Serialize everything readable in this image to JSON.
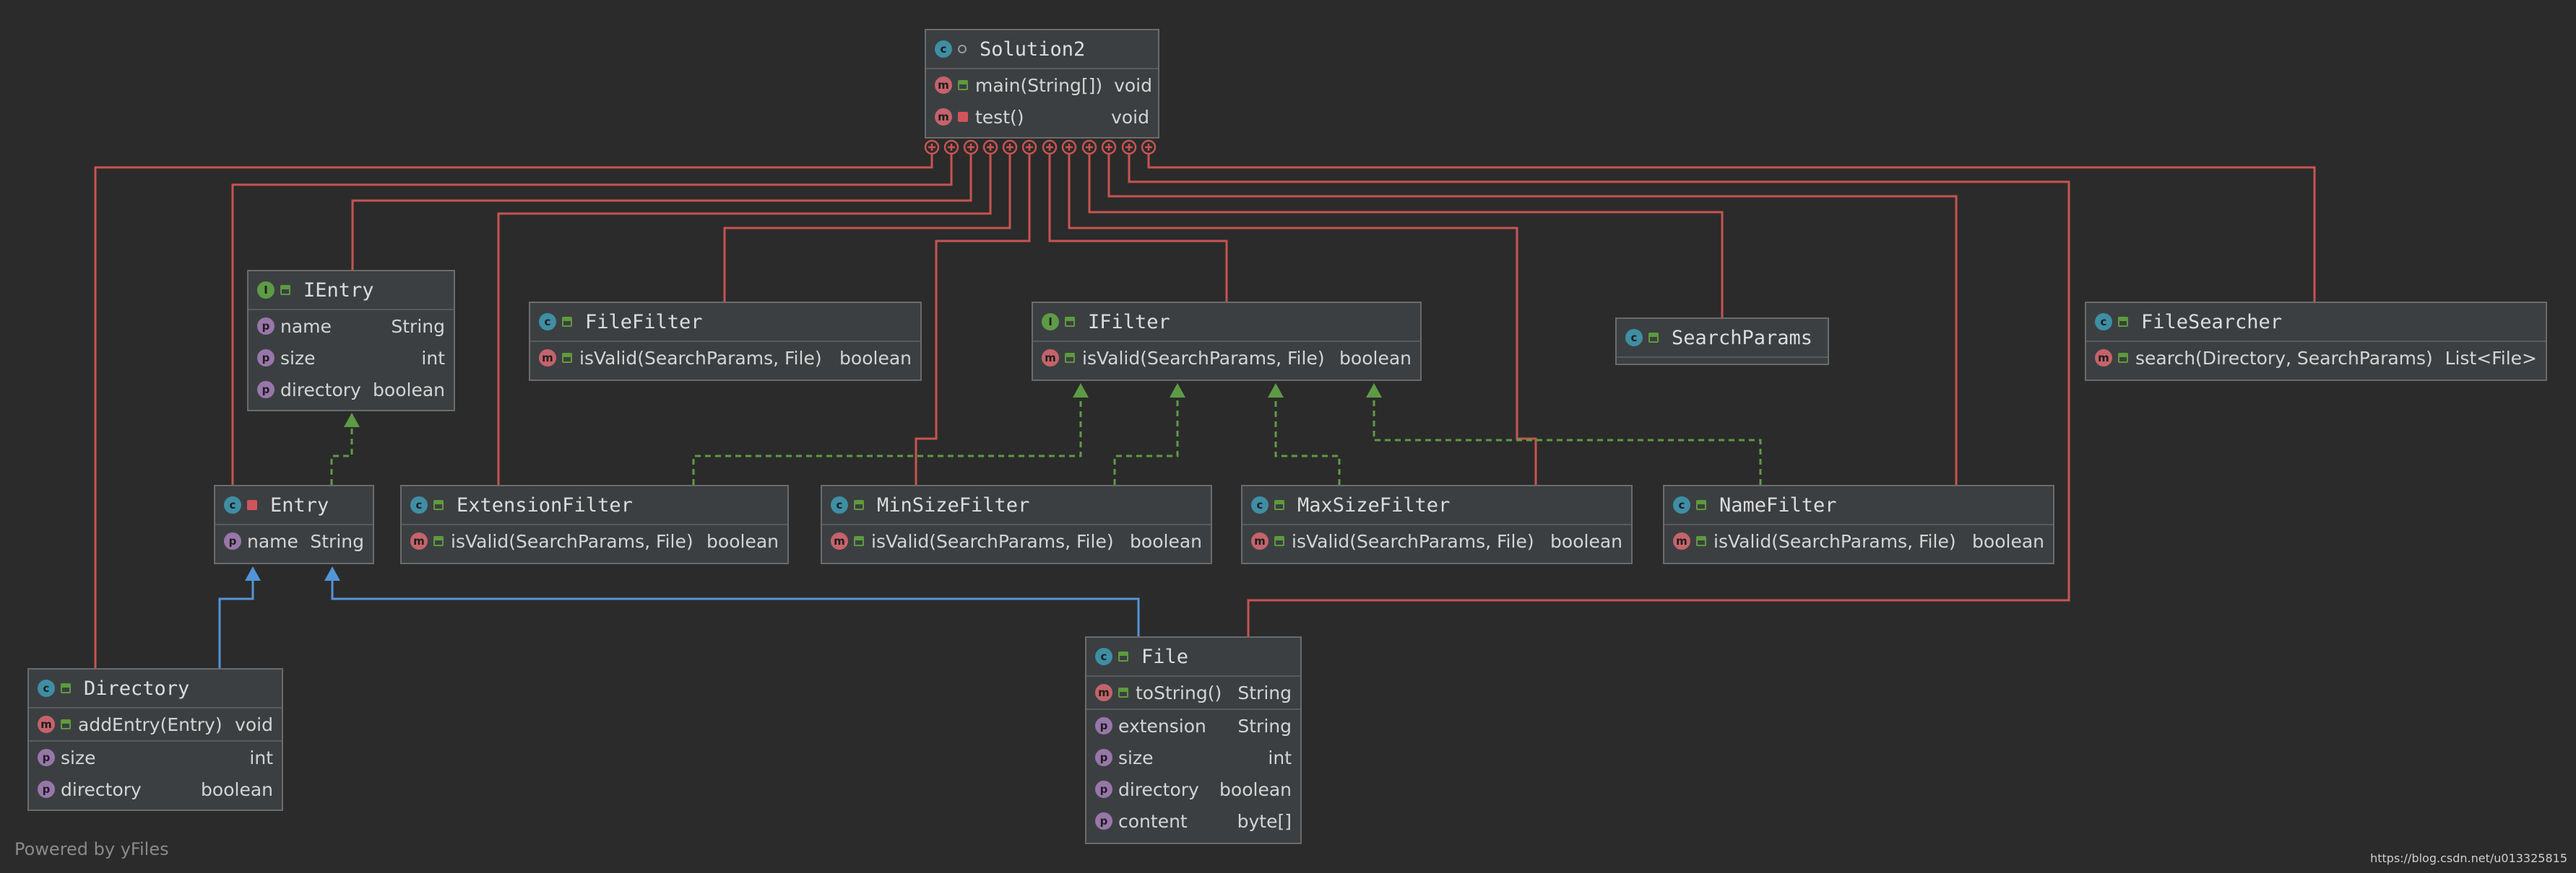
{
  "nodes": {
    "solution2": {
      "name": "Solution2",
      "kind": "C",
      "members": [
        [
          {
            "badge": "m",
            "vis": "pub",
            "name": "main(String[])",
            "type": "void"
          },
          {
            "badge": "m",
            "vis": "priv",
            "name": "test()",
            "type": "void"
          }
        ]
      ]
    },
    "ientry": {
      "name": "IEntry",
      "kind": "I",
      "members": [
        [
          {
            "badge": "p",
            "name": "name",
            "type": "String"
          },
          {
            "badge": "p",
            "name": "size",
            "type": "int"
          },
          {
            "badge": "p",
            "name": "directory",
            "type": "boolean"
          }
        ]
      ]
    },
    "filefilter": {
      "name": "FileFilter",
      "kind": "C",
      "members": [
        [
          {
            "badge": "m",
            "vis": "pub",
            "name": "isValid(SearchParams, File)",
            "type": "boolean"
          }
        ]
      ]
    },
    "ifilter": {
      "name": "IFilter",
      "kind": "I",
      "members": [
        [
          {
            "badge": "m",
            "vis": "pub",
            "name": "isValid(SearchParams, File)",
            "type": "boolean"
          }
        ]
      ]
    },
    "searchparams": {
      "name": "SearchParams",
      "kind": "C",
      "members": []
    },
    "filesearcher": {
      "name": "FileSearcher",
      "kind": "C",
      "members": [
        [
          {
            "badge": "m",
            "vis": "pub",
            "name": "search(Directory, SearchParams)",
            "type": "List<File>"
          }
        ]
      ]
    },
    "entry": {
      "name": "Entry",
      "kind": "C",
      "members": [
        [
          {
            "badge": "p",
            "name": "name",
            "type": "String"
          }
        ]
      ]
    },
    "extensionfilter": {
      "name": "ExtensionFilter",
      "kind": "C",
      "members": [
        [
          {
            "badge": "m",
            "vis": "pub",
            "name": "isValid(SearchParams, File)",
            "type": "boolean"
          }
        ]
      ]
    },
    "minsizefilter": {
      "name": "MinSizeFilter",
      "kind": "C",
      "members": [
        [
          {
            "badge": "m",
            "vis": "pub",
            "name": "isValid(SearchParams, File)",
            "type": "boolean"
          }
        ]
      ]
    },
    "maxsizefilter": {
      "name": "MaxSizeFilter",
      "kind": "C",
      "members": [
        [
          {
            "badge": "m",
            "vis": "pub",
            "name": "isValid(SearchParams, File)",
            "type": "boolean"
          }
        ]
      ]
    },
    "namefilter": {
      "name": "NameFilter",
      "kind": "C",
      "members": [
        [
          {
            "badge": "m",
            "vis": "pub",
            "name": "isValid(SearchParams, File)",
            "type": "boolean"
          }
        ]
      ]
    },
    "directory": {
      "name": "Directory",
      "kind": "C",
      "members": [
        [
          {
            "badge": "m",
            "vis": "pub",
            "name": "addEntry(Entry)",
            "type": "void"
          }
        ],
        [
          {
            "badge": "p",
            "name": "size",
            "type": "int"
          },
          {
            "badge": "p",
            "name": "directory",
            "type": "boolean"
          }
        ]
      ]
    },
    "file": {
      "name": "File",
      "kind": "C",
      "members": [
        [
          {
            "badge": "m",
            "vis": "pub",
            "name": "toString()",
            "type": "String"
          }
        ],
        [
          {
            "badge": "p",
            "name": "extension",
            "type": "String"
          },
          {
            "badge": "p",
            "name": "size",
            "type": "int"
          },
          {
            "badge": "p",
            "name": "directory",
            "type": "boolean"
          },
          {
            "badge": "p",
            "name": "content",
            "type": "byte[]"
          }
        ]
      ]
    }
  },
  "footer": "Powered by yFiles",
  "watermark": "https://blog.csdn.net/u013325815",
  "colors": {
    "nesting": "#c75450",
    "realization": "#5e9b45",
    "inheritance": "#5395d8"
  }
}
